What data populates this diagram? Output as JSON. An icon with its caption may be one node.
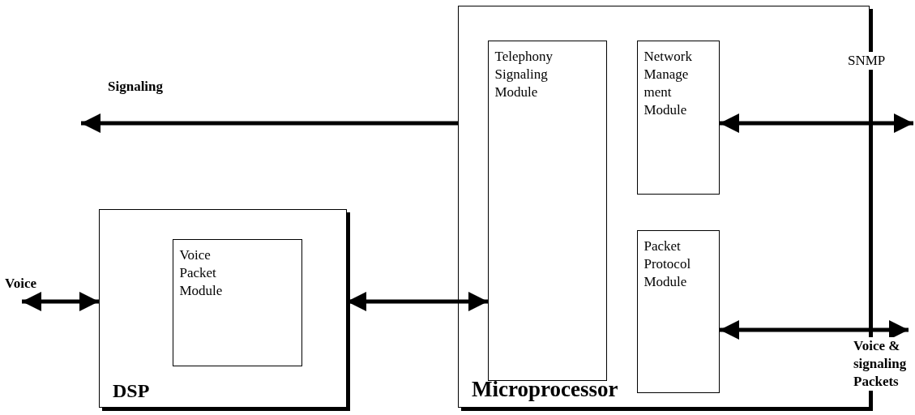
{
  "diagram": {
    "nodes": [
      {
        "text": [
          "Microprocessor"
        ]
      },
      {
        "text": [
          "Telephony Signaling Module"
        ],
        "in": 0
      },
      {
        "text": [
          "Network Manage ment Module"
        ],
        "in": 0
      },
      {
        "text": [
          "Packet Protocol Module"
        ],
        "in": 0
      },
      {
        "text": [
          "DSP"
        ]
      },
      {
        "text": [
          "Voice Packet Module"
        ],
        "in": 4
      }
    ],
    "edges": [
      {
        "from": 0,
        "to": null,
        "arrow": "to",
        "label": "Signaling"
      },
      {
        "from": 2,
        "to": null,
        "arrow": "both",
        "label": "SNMP"
      },
      {
        "from": null,
        "to": 4,
        "arrow": "both",
        "label": "Voice"
      },
      {
        "from": 4,
        "to": 1,
        "arrow": "both"
      },
      {
        "from": 3,
        "to": null,
        "arrow": "both",
        "label": "Voice & signaling Packets"
      }
    ]
  }
}
